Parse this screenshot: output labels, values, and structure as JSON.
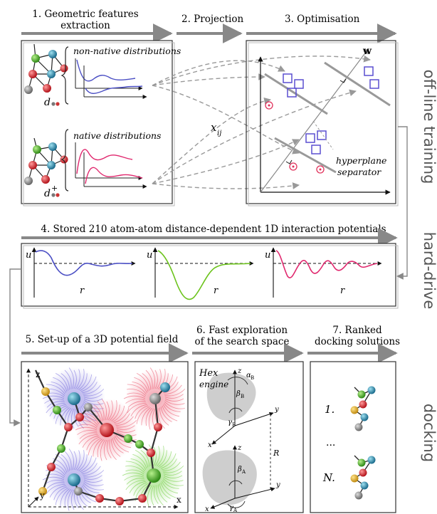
{
  "steps": {
    "s1_line1": "1. Geometric features",
    "s1_line2": "extraction",
    "s2": "2. Projection",
    "s3": "3. Optimisation",
    "s4": "4. Stored 210 atom-atom distance-dependent 1D interaction potentials",
    "s5": "5. Set-up of a 3D potential field",
    "s6_line1": "6. Fast exploration",
    "s6_line2": "of the search space",
    "s7_line1": "7. Ranked",
    "s7_line2": "docking solutions"
  },
  "side_labels": {
    "offline": "off-line training",
    "harddrive": "hard-drive",
    "docking": "docking"
  },
  "panel1": {
    "non_native": "non-native distributions",
    "native": "native distributions",
    "d_minus": "d",
    "d_plus": "d",
    "plus_sign": "+"
  },
  "panel2": {
    "x_ij": "x",
    "ij_sub": "ij"
  },
  "panel3": {
    "w_label": "w",
    "hyperplane_1": "hyperplane",
    "hyperplane_2": "separator"
  },
  "potentials": {
    "u": "u",
    "r": "r"
  },
  "field": {
    "z": "z",
    "y": "y",
    "x": "x"
  },
  "hex": {
    "line1": "Hex",
    "line2": "engine",
    "z": "z",
    "y": "y",
    "x": "x",
    "R": "R",
    "alpha_b": "α",
    "beta_b": "β",
    "gamma_b": "γ",
    "beta_a": "β",
    "gamma_a": "γ",
    "sub_b": "B",
    "sub_a": "A"
  },
  "ranked": {
    "first": "1.",
    "dots": "...",
    "last": "N."
  },
  "colors": {
    "blue_curve": "#4b4fc4",
    "pink_curve": "#e0286e",
    "green_curve": "#6cc31c",
    "square": "#5a4fd0",
    "target": "#e0305a",
    "arrow": "#888888",
    "side_text": "#555555"
  }
}
